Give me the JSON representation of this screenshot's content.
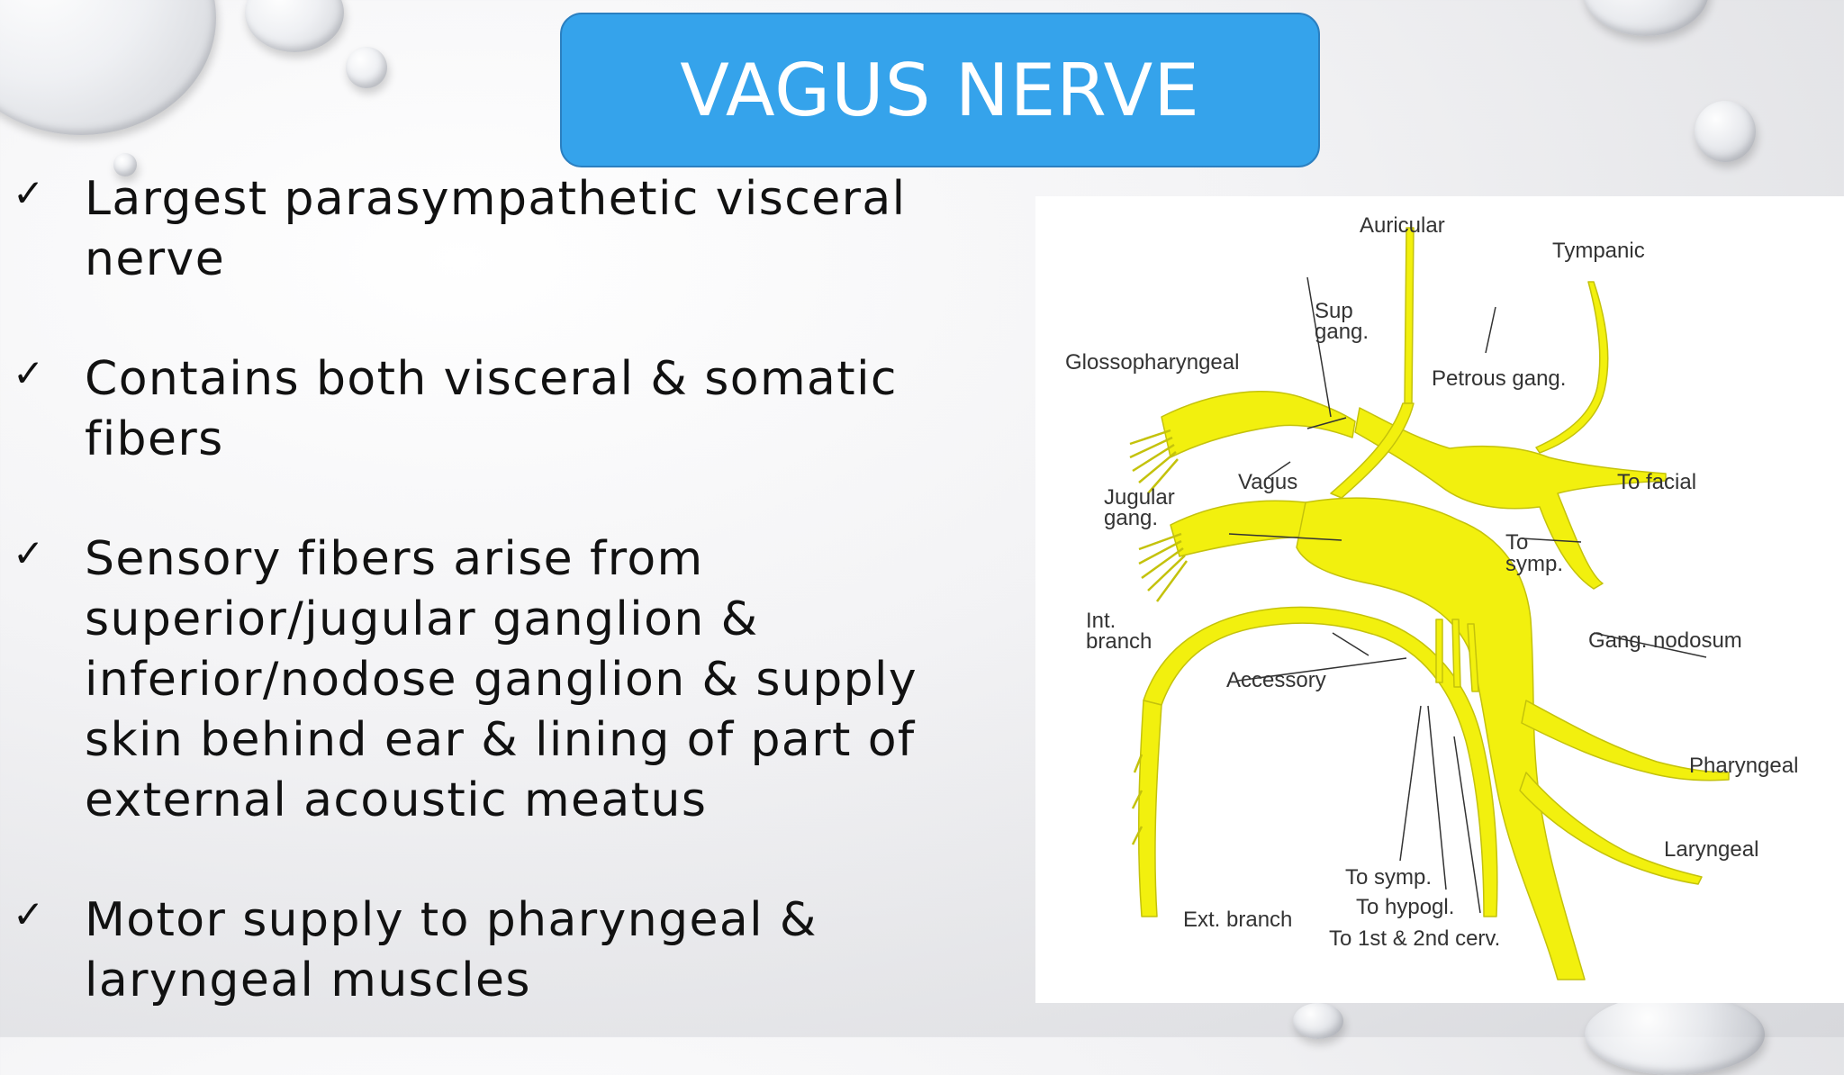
{
  "slide": {
    "title": "VAGUS NERVE",
    "bullets": [
      {
        "check": "✓",
        "text": "Largest parasympathetic visceral nerve"
      },
      {
        "check": "✓",
        "text": "Contains both visceral & somatic fibers"
      },
      {
        "check": "✓",
        "text": "Sensory fibers arise from superior/jugular ganglion & inferior/nodose ganglion & supply skin behind ear & lining of part of external acoustic meatus"
      },
      {
        "check": "✓",
        "text": "Motor supply to pharyngeal & laryngeal muscles"
      }
    ]
  },
  "diagram": {
    "labels": {
      "auricular": "Auricular",
      "tympanic": "Tympanic",
      "sup_gang_1": "Sup",
      "sup_gang_2": "gang.",
      "glossopharyngeal": "Glossopharyngeal",
      "petrous_gang": "Petrous gang.",
      "vagus": "Vagus",
      "to_facial": "To facial",
      "jugular_gang_1": "Jugular",
      "jugular_gang_2": "gang.",
      "to_symp_upper_1": "To",
      "to_symp_upper_2": "symp.",
      "int_branch_1": "Int.",
      "int_branch_2": "branch",
      "gang_nodosum": "Gang. nodosum",
      "accessory": "Accessory",
      "pharyngeal": "Pharyngeal",
      "laryngeal": "Laryngeal",
      "to_symp_lower": "To symp.",
      "to_hypogl": "To hypogl.",
      "ext_branch": "Ext. branch",
      "to_cerv": "To 1st & 2nd cerv."
    }
  },
  "colors": {
    "title_bg": "#35a3eb",
    "nerve_yellow": "#f2f00e"
  }
}
